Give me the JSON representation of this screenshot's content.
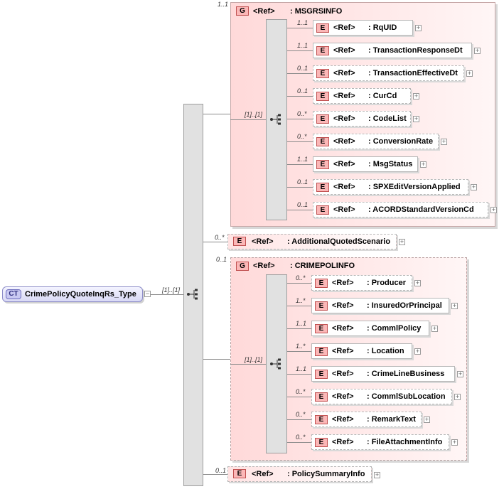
{
  "root": {
    "tag": "CT",
    "name": "CrimePolicyQuoteInqRs_Type",
    "seq_card": "[1]..[1]"
  },
  "ref_label": "<Ref>",
  "msgrsinfo": {
    "tag": "G",
    "name": ": MSGRSINFO",
    "card": "1..1",
    "seq_card": "[1]..[1]",
    "items": [
      {
        "card": "1..1",
        "name": ": RqUID"
      },
      {
        "card": "1..1",
        "name": ": TransactionResponseDt"
      },
      {
        "card": "0..1",
        "name": ": TransactionEffectiveDt"
      },
      {
        "card": "0..1",
        "name": ": CurCd"
      },
      {
        "card": "0..*",
        "name": ": CodeList"
      },
      {
        "card": "0..*",
        "name": ": ConversionRate"
      },
      {
        "card": "1..1",
        "name": ": MsgStatus"
      },
      {
        "card": "0..1",
        "name": ": SPXEditVersionApplied"
      },
      {
        "card": "0..1",
        "name": ": ACORDStandardVersionCd"
      }
    ]
  },
  "additional": {
    "card": "0..*",
    "name": ": AdditionalQuotedScenario"
  },
  "crimepolinfo": {
    "tag": "G",
    "name": ": CRIMEPOLINFO",
    "card": "0..1",
    "seq_card": "[1]..[1]",
    "items": [
      {
        "card": "0..*",
        "name": ": Producer"
      },
      {
        "card": "1..*",
        "name": ": InsuredOrPrincipal"
      },
      {
        "card": "1..1",
        "name": ": CommlPolicy"
      },
      {
        "card": "1..*",
        "name": ": Location"
      },
      {
        "card": "1..1",
        "name": ": CrimeLineBusiness"
      },
      {
        "card": "0..*",
        "name": ": CommlSubLocation"
      },
      {
        "card": "0..*",
        "name": ": RemarkText"
      },
      {
        "card": "0..*",
        "name": ": FileAttachmentInfo"
      }
    ]
  },
  "policysummary": {
    "card": "0..1",
    "name": ": PolicySummaryInfo"
  }
}
